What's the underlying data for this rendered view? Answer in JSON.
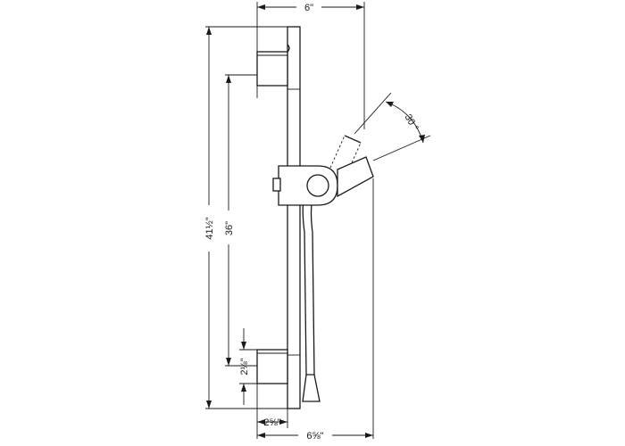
{
  "dimensions": {
    "top_width": "6\"",
    "total_height": "41½\"",
    "bracket_spacing": "36\"",
    "angle": "30 °",
    "bracket_height": "2⅛\"",
    "bracket_offset": "2⅝\"",
    "total_depth": "6⅝\""
  }
}
